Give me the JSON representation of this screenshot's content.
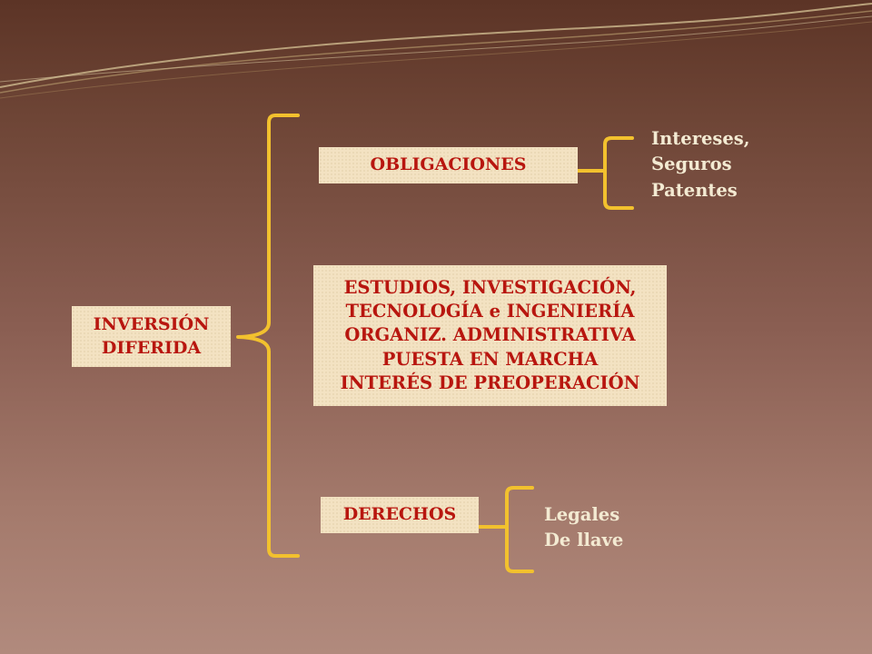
{
  "diagram": {
    "root": {
      "lines": [
        "INVERSIÓN",
        "DIFERIDA"
      ]
    },
    "obligaciones": {
      "label": "OBLIGACIONES",
      "items": [
        "Intereses,",
        "Seguros",
        "Patentes"
      ]
    },
    "estudios": {
      "lines": [
        "ESTUDIOS, INVESTIGACIÓN,",
        "TECNOLOGÍA e INGENIERÍA",
        "ORGANIZ. ADMINISTRATIVA",
        "PUESTA EN MARCHA",
        "INTERÉS DE PREOPERACIÓN"
      ]
    },
    "derechos": {
      "label": "DERECHOS",
      "items": [
        "Legales",
        "De llave"
      ]
    }
  },
  "colors": {
    "box_fill": "#f3e2c2",
    "box_text": "#b8160f",
    "bracket": "#f2c12e",
    "leaf_text": "#f3ead2"
  }
}
